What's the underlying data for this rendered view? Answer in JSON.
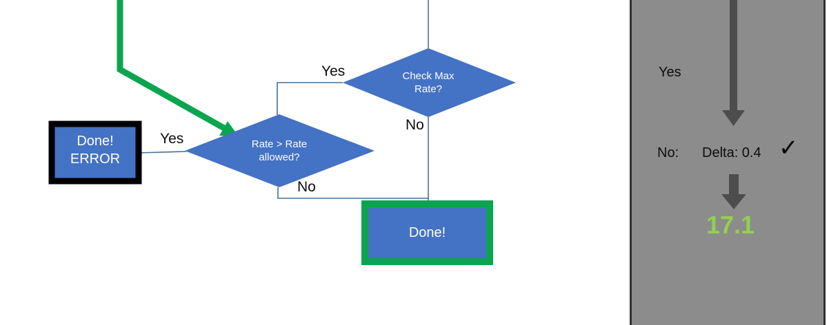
{
  "diagram": {
    "nodes": [
      {
        "id": "done-error",
        "type": "process-box",
        "label": "Done!\nERROR",
        "fill": "#4472c4",
        "border": "#000000"
      },
      {
        "id": "rate-gt-rate-allowed",
        "type": "decision-diamond",
        "label": "Rate > Rate\nallowed?",
        "fill": "#4472c4"
      },
      {
        "id": "check-max-rate",
        "type": "decision-diamond",
        "label": "Check Max\nRate?",
        "fill": "#4472c4"
      },
      {
        "id": "done",
        "type": "process-box",
        "label": "Done!",
        "fill": "#4472c4",
        "border": "#0ba54f"
      }
    ],
    "edge_labels": {
      "yes_to_done_error": "Yes",
      "yes_from_check_max": "Yes",
      "no_from_check_max": "No",
      "no_from_rate_allowed": "No"
    },
    "colors": {
      "accent_blue": "#4472c4",
      "connector_blue": "#41719c",
      "highlight_green": "#0ba54f",
      "black": "#000000"
    }
  },
  "panel": {
    "background": "#8c8c8c",
    "yes_label": "Yes",
    "no_label": "No:",
    "delta_label": "Delta: 0.4",
    "check_glyph": "✓",
    "result_value": "17.1",
    "result_color": "#92d050",
    "arrow_color": "#4d4d4d"
  }
}
